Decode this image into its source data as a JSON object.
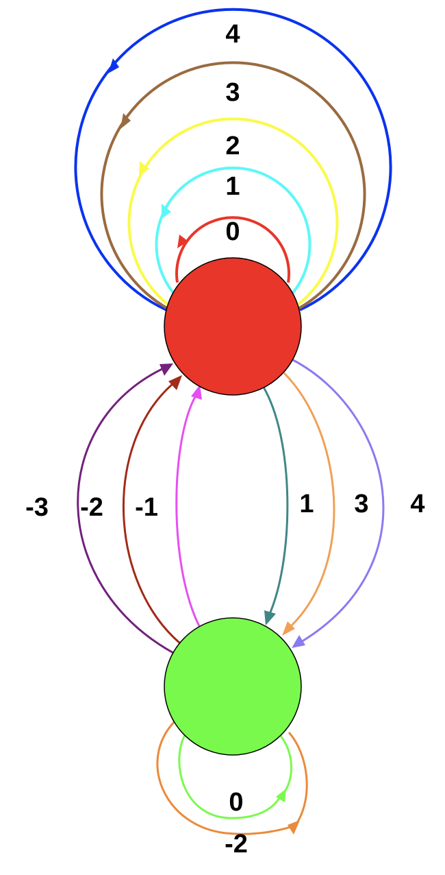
{
  "nodes": [
    {
      "id": "top",
      "fill": "#e8362a",
      "stroke": "#000000"
    },
    {
      "id": "bottom",
      "fill": "#7af94d",
      "stroke": "#000000"
    }
  ],
  "top_self_loops": [
    {
      "label": "0",
      "color": "#e8362a"
    },
    {
      "label": "1",
      "color": "#5ef7f7"
    },
    {
      "label": "2",
      "color": "#fafa4a"
    },
    {
      "label": "3",
      "color": "#996b3f"
    },
    {
      "label": "4",
      "color": "#0b33ee"
    }
  ],
  "down_edges": [
    {
      "label": "1",
      "color": "#3f8785"
    },
    {
      "label": "3",
      "color": "#f0a056"
    },
    {
      "label": "4",
      "color": "#8a7af0"
    }
  ],
  "up_edges": [
    {
      "label": "-1",
      "color": "#e64ff2"
    },
    {
      "label": "-2",
      "color": "#a22a18"
    },
    {
      "label": "-3",
      "color": "#72217d"
    }
  ],
  "bottom_self_loops": [
    {
      "label": "0",
      "color": "#7af94d"
    },
    {
      "label": "-2",
      "color": "#ea8a3a"
    }
  ]
}
